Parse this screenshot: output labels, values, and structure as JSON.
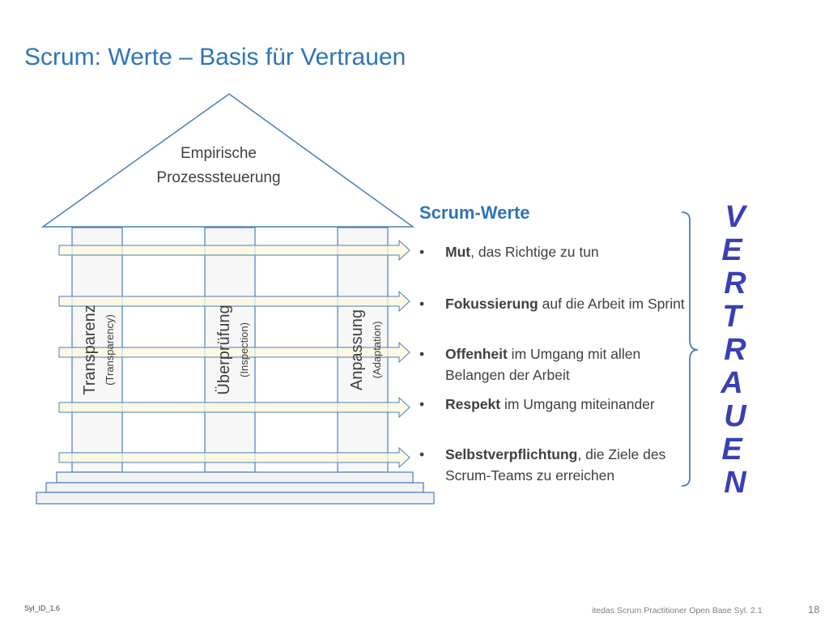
{
  "slide": {
    "title": "Scrum: Werte – Basis für Vertrauen",
    "footer_left": "Syl_ID_1.6",
    "footer_center": "itedas Scrum Practitioner Open Base Syl. 2.1",
    "page_number": "18"
  },
  "temple": {
    "roof_line1": "Empirische",
    "roof_line2": "Prozesssteuerung",
    "pillars": [
      {
        "label": "Transparenz",
        "sublabel": "(Transparency)"
      },
      {
        "label": "Überprüfung",
        "sublabel": "(Inspection)"
      },
      {
        "label": "Anpassung",
        "sublabel": "(Adaptation)"
      }
    ]
  },
  "scrum_values": {
    "heading": "Scrum-Werte",
    "items": [
      {
        "bold": "Mut",
        "rest": ", das Richtige zu tun"
      },
      {
        "bold": "Fokussierung",
        "rest": " auf die Arbeit im Sprint"
      },
      {
        "bold": "Offenheit",
        "rest": " im Umgang mit allen Belangen der Arbeit"
      },
      {
        "bold": "Respekt",
        "rest": " im Umgang miteinander"
      },
      {
        "bold": "Selbstverpflichtung",
        "rest": ", die Ziele des Scrum-Teams zu erreichen"
      }
    ]
  },
  "trust_word": {
    "letters": [
      "V",
      "E",
      "R",
      "T",
      "R",
      "A",
      "U",
      "E",
      "N"
    ],
    "color": "#3b3fb5"
  },
  "colors": {
    "accent": "#2e75b6",
    "arrow_fill": "#fff8dc",
    "pillar_fill": "#f7f7f7"
  }
}
